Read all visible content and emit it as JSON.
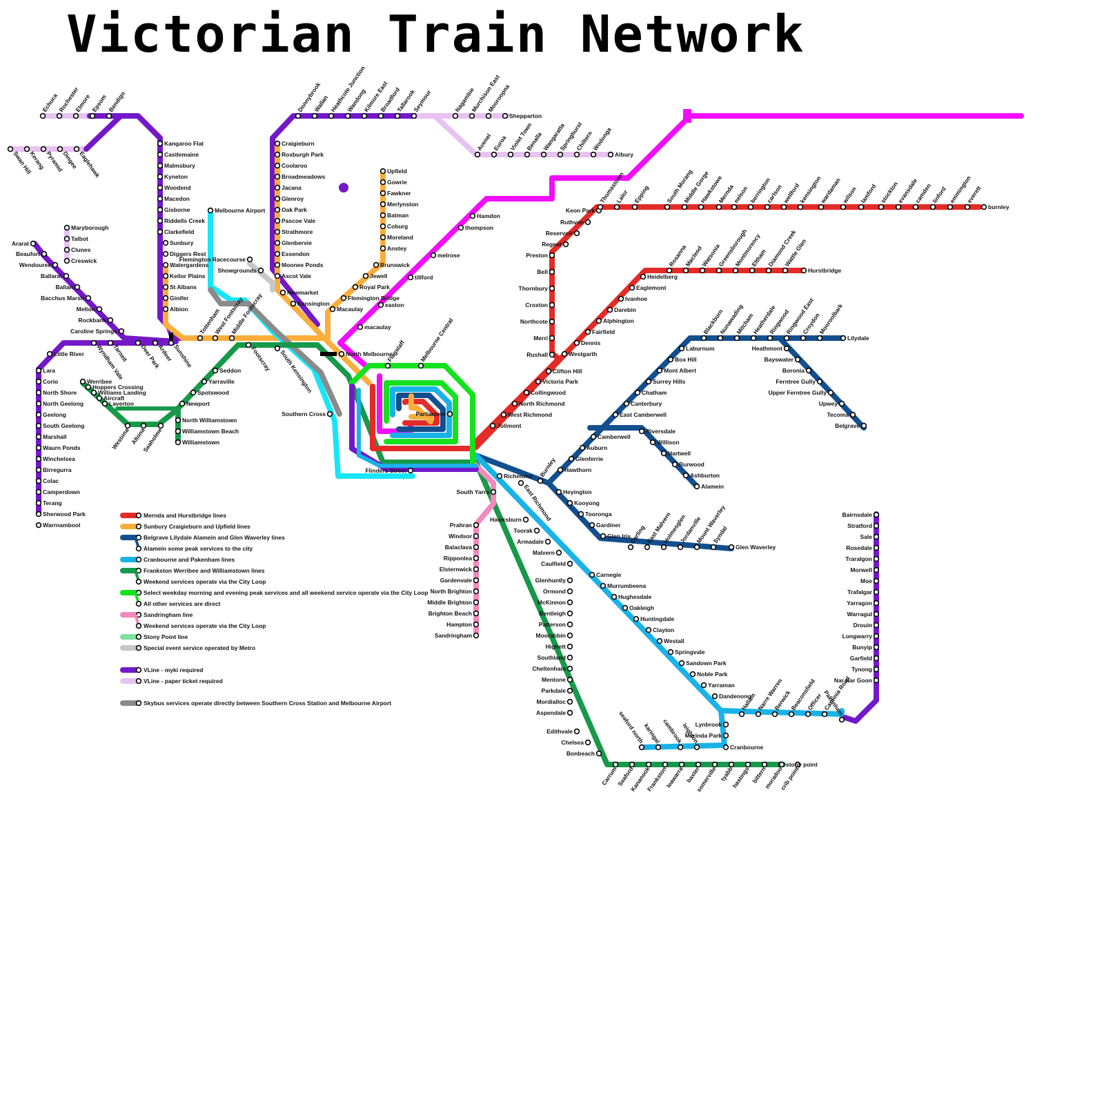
{
  "title": "Victorian Train Network",
  "colors": {
    "mernda": "#e32b27",
    "craigieburn": "#fbae3b",
    "belgrave": "#134f8e",
    "cranbourne": "#19b3e7",
    "frankston": "#179949",
    "cityloop": "#14e21f",
    "sandringham": "#f489be",
    "stonypoint": "#7de2a0",
    "special": "#c7c7c7",
    "vline": "#7318c9",
    "vlinepaper": "#e7c2f2",
    "skybus": "#8a8a8a",
    "airport": "#17e6f7",
    "magenta": "#f20dfb"
  },
  "legend": [
    {
      "color": "mernda",
      "label": "Mernda and Hurstbridge lines"
    },
    {
      "color": "craigieburn",
      "label": "Sunbury Craigieburn and Upfield lines"
    },
    {
      "color": "belgrave",
      "label": "Belgrave Lilydale Alamein and Glen Waverley lines"
    },
    {
      "color": "",
      "label": "Alamein some peak services to the city"
    },
    {
      "color": "cranbourne",
      "label": "Cranbourne and Pakenham lines"
    },
    {
      "color": "frankston",
      "label": "Frankston Werribee and Williamstown lines"
    },
    {
      "color": "",
      "label": "Weekend services operate via the City Loop"
    },
    {
      "color": "cityloop",
      "label": "Select weekday morning and evening peak services and all weekend service operate via the City Loop"
    },
    {
      "color": "",
      "label": "All other services are direct"
    },
    {
      "color": "sandringham",
      "label": "Sandringham line"
    },
    {
      "color": "",
      "label": "Weekend services operate via the City Loop"
    },
    {
      "color": "stonypoint",
      "label": "Stony Point line"
    },
    {
      "color": "special",
      "label": "Special event service operated by Metro"
    },
    {
      "color": "vline",
      "label": "VLine - myki required"
    },
    {
      "color": "vlinepaper",
      "label": "VLine - paper ticket required"
    },
    {
      "color": "skybus",
      "label": "Skybus services operate directly between Southern Cross Station and Melbourne Airport"
    }
  ],
  "groups": {
    "north_vline": [
      "Donnybrook",
      "Wallan",
      "Heathcote Junction",
      "Wandong",
      "Kilmore East",
      "Broadford",
      "Tallarook",
      "Seymour"
    ],
    "shepparton": [
      "Nagambie",
      "Murchison East",
      "Mooroopna",
      "Shepparton"
    ],
    "albury": [
      "Avenel",
      "Euroa",
      "Violet Town",
      "Benalla",
      "Wangaratta",
      "Springhurst",
      "Chiltern",
      "Wodonga",
      "Albury"
    ],
    "echuca": [
      "Echuca",
      "Rochester",
      "Elmore",
      "Epsom",
      "Bendigo"
    ],
    "swanhill": [
      "Swan Hill",
      "Kerang",
      "Pyramid",
      "Dingee",
      "Eaglehawk"
    ],
    "bendigo_line": [
      "Kangaroo Flat",
      "Castlemaine",
      "Malmsbury",
      "Kyneton",
      "Woodend",
      "Macedon",
      "Gisborne",
      "Riddells Creek",
      "Clarkefield",
      "Sunbury",
      "Diggers Rest",
      "Watergardens",
      "Keilor Plains",
      "St Albans",
      "Ginifer",
      "Albion"
    ],
    "craigieburn": [
      "Craigieburn",
      "Roxburgh Park",
      "Coolaroo",
      "Broadmeadows",
      "Jacana",
      "Glenroy",
      "Oak Park",
      "Pascoe Vale",
      "Strathmore",
      "Glenbervie",
      "Essendon",
      "Moonee Ponds",
      "Ascot Vale",
      "Newmarket",
      "Kensington"
    ],
    "upfield": [
      "Upfield",
      "Gowrie",
      "Fawkner",
      "Merlynston",
      "Batman",
      "Coburg",
      "Moreland",
      "Anstey",
      "Brunswick",
      "Jewell",
      "Royal Park",
      "Flemington Bridge",
      "Macaulay"
    ],
    "airport": [
      "Melbourne Airport"
    ],
    "special": [
      "Flemington Racecourse",
      "Showgrounds"
    ],
    "maryborough": [
      "Maryborough",
      "Talbot",
      "Clunes",
      "Creswick"
    ],
    "ararat": [
      "Ararat",
      "Beaufort",
      "Wendouree",
      "Ballarat",
      "Ballan",
      "Bacchus Marsh",
      "Melton",
      "Rockbank",
      "Caroline Springs"
    ],
    "west": [
      "Wyndham Vale",
      "Tarneit",
      "Deer Park",
      "Ardeer",
      "Sunshine",
      "Tottenham",
      "West Footscray",
      "Middle Footscray",
      "Footscray",
      "South Kensington"
    ],
    "geelong": [
      "Little River",
      "Lara",
      "Corio",
      "North Shore",
      "North Geelong",
      "Geelong",
      "South Geelong",
      "Marshall",
      "Waurn Ponds",
      "Winchelsea",
      "Birregurra",
      "Colac",
      "Camperdown",
      "Terang",
      "Sherwood Park",
      "Warrnambool"
    ],
    "werribee": [
      "Werribee",
      "Hoppers Crossing",
      "Williams Landing",
      "Aircraft",
      "Laverton",
      "Westona",
      "Altona",
      "Seaholme",
      "Newport",
      "Spotswood",
      "Yarraville",
      "Seddon",
      "North Williamstown",
      "Williamstown Beach",
      "Williamstown"
    ],
    "city": [
      "North Melbourne",
      "Flagstaff",
      "Melbourne Central",
      "Southern Cross",
      "Parliament",
      "Flinders Street"
    ],
    "magenta": [
      "Hamdon",
      "thompson",
      "melrose",
      "tillford",
      "easton",
      "macaulay"
    ],
    "mernda": [
      "Keon Park",
      "Thomastown",
      "Lalor",
      "Epping",
      "South Morang",
      "Middle Gorge",
      "Hawkstowe",
      "Mernda",
      "nelson",
      "berrington",
      "carlson",
      "wellford",
      "kensington",
      "wardaman",
      "wilson",
      "lamford",
      "stockton",
      "evansdale",
      "camden",
      "linford",
      "emmington",
      "everett",
      "burnley",
      "Ruthven",
      "Reservoir",
      "Regent",
      "Preston",
      "Bell",
      "Thornbury",
      "Croxton",
      "Northcote",
      "Merri",
      "Rushall",
      "Clifton Hill"
    ],
    "hurstbridge": [
      "Heidelberg",
      "Rosanna",
      "Macleod",
      "Watsonia",
      "Greensborough",
      "Montmorency",
      "Eltham",
      "Diamond Creek",
      "Wattle Glen",
      "Hurstbridge",
      "Eaglemont",
      "Ivanhoe",
      "Darebin",
      "Alphington",
      "Fairfield",
      "Dennis",
      "Westgarth",
      "Victoria Park",
      "Collingwood",
      "North Richmond",
      "West Richmond",
      "Jolimont"
    ],
    "lilydale": [
      "Laburnum",
      "Blackburn",
      "Nunawading",
      "Mitcham",
      "Heatherdale",
      "Ringwood",
      "Ringwood East",
      "Croydon",
      "Mooroolbark",
      "Lilydale",
      "Box Hill",
      "Mont Albert",
      "Surrey Hills",
      "Chatham",
      "Canterbury",
      "East Camberwell",
      "Camberwell",
      "Auburn",
      "Glenferrie",
      "Hawthorn",
      "Burnley",
      "Richmond",
      "East Richmond"
    ],
    "belgrave": [
      "Heathmont",
      "Bayswater",
      "Boronia",
      "Ferntree Gully",
      "Upper Ferntree Gully",
      "Upwey",
      "Tecoma",
      "Belgrave"
    ],
    "alamein": [
      "Riversdale",
      "Willison",
      "Hartwell",
      "Burwood",
      "Ashburton",
      "Alamein"
    ],
    "glenwaverley": [
      "Heyington",
      "Kooyong",
      "Tooronga",
      "Gardiner",
      "Glen Iris",
      "Darling",
      "East Malvern",
      "Holmesglen",
      "Jordanville",
      "Mount Waverley",
      "Syndal",
      "Glen Waverley"
    ],
    "sandringham": [
      "South Yarra",
      "Prahran",
      "Windsor",
      "Balaclava",
      "Ripponlea",
      "Elsternwick",
      "Gardenvale",
      "North Brighton",
      "Middle Brighton",
      "Brighton Beach",
      "Hampton",
      "Sandringham"
    ],
    "frankston": [
      "Hawksburn",
      "Toorak",
      "Armadale",
      "Malvern",
      "Caulfield",
      "Glenhuntly",
      "Ormond",
      "McKinnon",
      "Bentleigh",
      "Patterson",
      "Moorabbin",
      "Highett",
      "Southland",
      "Cheltenham",
      "Mentone",
      "Parkdale",
      "Mordialloc",
      "Aspendale",
      "Edithvale",
      "Chelsea",
      "Bonbeach"
    ],
    "cranbourne": [
      "Carnegie",
      "Murrumbeena",
      "Hughesdale",
      "Oakleigh",
      "Huntingdale",
      "Clayton",
      "Westall",
      "Springvale",
      "Sandown Park",
      "Noble Park",
      "Yarraman",
      "Dandenong",
      "Hallam",
      "Narre Warren",
      "Berwick",
      "Beaconsfield",
      "Officer",
      "Cardinia Road",
      "Pakenham",
      "Lynbrook",
      "Merinda Park",
      "Cranbourne"
    ],
    "stonypoint": [
      "seaford north",
      "karingal",
      "cambrook",
      "leighton",
      "Carrum",
      "Seaford",
      "Kananook",
      "Frankston",
      "leawarra",
      "baxter",
      "somerville",
      "tyabb",
      "hastings",
      "bittern",
      "moradoo",
      "crib point",
      "stony point"
    ],
    "gippsland": [
      "Bairnsdale",
      "Stratford",
      "Sale",
      "Rosedale",
      "Traralgon",
      "Morwell",
      "Moe",
      "Trafalgar",
      "Yarragon",
      "Warragul",
      "Drouin",
      "Longwarry",
      "Bunyip",
      "Garfield",
      "Tynong",
      "Nar Nar Goon"
    ]
  }
}
